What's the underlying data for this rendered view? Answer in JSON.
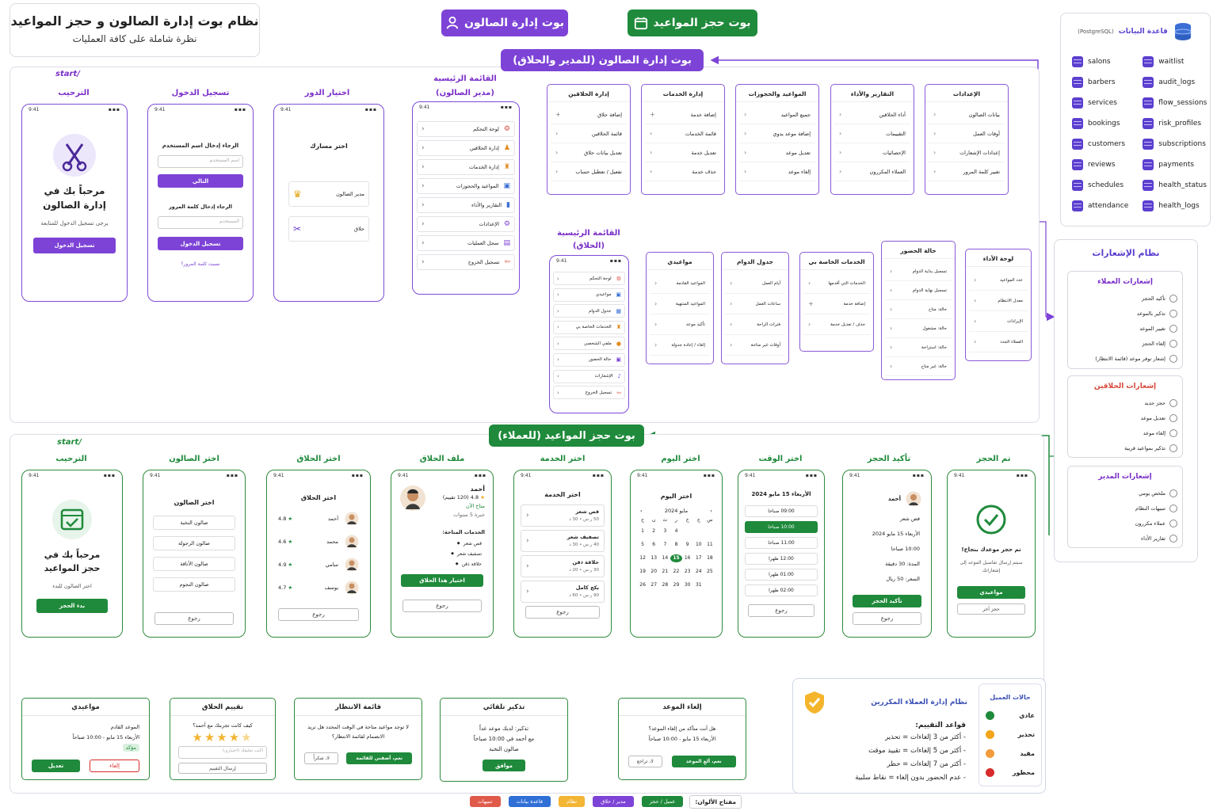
{
  "header": {
    "title": "نظام بوت إدارة الصالون و حجز المواعيد",
    "subtitle": "نظرة شاملة على كافة العمليات"
  },
  "top_pills": {
    "salon_bot": "بوت إدارة الصالون",
    "booking_bot": "بوت حجز المواعيد"
  },
  "admin_section": {
    "title": "بوت إدارة الصالون (للمدير والحلاق)",
    "start_cmd": "/start",
    "welcome": {
      "label": "الترحيب",
      "greeting_line1": "مرحباً بك في",
      "greeting_line2": "إدارة الصالون",
      "hint": "يرجى تسجيل الدخول للمتابعة",
      "button": "تسجيل الدخول"
    },
    "login": {
      "label": "تسجيل الدخول",
      "username_prompt": "الرجاء إدخال اسم المستخدم",
      "username_placeholder": "اسم المستخدم",
      "next_button": "التالي",
      "password_prompt": "الرجاء إدخال كلمة المرور",
      "password_placeholder": "المستخدم",
      "login_button": "تسجيل الدخول",
      "forgot": "نسيت كلمة المرور؟"
    },
    "role": {
      "label": "اختيار الدور",
      "prompt": "اختر مسارك",
      "manager": "مدير الصالون",
      "barber": "حلاق"
    },
    "manager_menu": {
      "label_line1": "القائمة الرئيسية",
      "label_line2": "(مدير الصالون)",
      "items": [
        "لوحة التحكم",
        "إدارة الحلاقين",
        "إدارة الخدمات",
        "المواعيد والحجوزات",
        "التقارير والأداء",
        "الإعدادات",
        "سجل العمليات",
        "تسجيل الخروج"
      ]
    },
    "manager_cards": [
      {
        "title": "إدارة الحلاقين",
        "items": [
          "إضافة حلاق",
          "قائمة الحلاقين",
          "تعديل بيانات حلاق",
          "تفعيل / تعطيل حساب"
        ]
      },
      {
        "title": "إدارة الخدمات",
        "items": [
          "إضافة خدمة",
          "قائمة الخدمات",
          "تعديل خدمة",
          "حذف خدمة"
        ]
      },
      {
        "title": "المواعيد والحجوزات",
        "items": [
          "جميع المواعيد",
          "إضافة موعد يدوي",
          "تعديل موعد",
          "إلغاء موعد"
        ]
      },
      {
        "title": "التقارير والأداء",
        "items": [
          "أداء الحلاقين",
          "التقييمات",
          "الإحصائيات",
          "العملاء المكررون"
        ]
      },
      {
        "title": "الإعدادات",
        "items": [
          "بيانات الصالون",
          "أوقات العمل",
          "إعدادات الإشعارات",
          "تغيير كلمة المرور"
        ]
      }
    ],
    "barber_menu": {
      "label_line1": "القائمة الرئيسية",
      "label_line2": "(الحلاق)",
      "items": [
        "لوحة التحكم",
        "مواعيدي",
        "جدول الدوام",
        "الخدمات الخاصة بي",
        "ملفي الشخصي",
        "حالة الحضور",
        "الإشعارات",
        "تسجيل الخروج"
      ]
    },
    "barber_cards": [
      {
        "title": "مواعيدي",
        "items": [
          "المواعيد القادمة",
          "المواعيد المنتهية",
          "تأكيد موعد",
          "إلغاء / إعادة جدولة"
        ]
      },
      {
        "title": "جدول الدوام",
        "items": [
          "أيام العمل",
          "ساعات العمل",
          "فترات الراحة",
          "أوقات غير متاحة"
        ]
      },
      {
        "title": "الخدمات الخاصة بي",
        "items": [
          "الخدمات التي أقدمها",
          "إضافة خدمة",
          "حذف / تعديل خدمة"
        ]
      },
      {
        "title": "حالة الحضور",
        "items": [
          "تسجيل بداية الدوام",
          "تسجيل نهاية الدوام",
          "حالة: متاح",
          "حالة: مشغول",
          "حالة: استراحة",
          "حالة: غير متاح"
        ]
      },
      {
        "title": "لوحة الأداء",
        "items": [
          "عدد المواعيد",
          "معدل الانتظام",
          "الإيرادات",
          "العملاء الجدد"
        ]
      }
    ]
  },
  "database": {
    "title": "قاعدة البيانات",
    "engine": "(PostgreSQL)",
    "col1": [
      "salons",
      "barbers",
      "services",
      "bookings",
      "customers",
      "reviews",
      "schedules",
      "attendance"
    ],
    "col2": [
      "waitlist",
      "audit_logs",
      "flow_sessions",
      "risk_profiles",
      "subscriptions",
      "payments",
      "health_status",
      "health_logs"
    ]
  },
  "notifications": {
    "title": "نظام الإشعارات",
    "customers": {
      "title": "إشعارات العملاء",
      "items": [
        "تأكيد الحجز",
        "تذكير بالموعد",
        "تغيير الموعد",
        "إلغاء الحجز",
        "إشعار توفر موعد (قائمة الانتظار)"
      ]
    },
    "barbers": {
      "title": "إشعارات الحلاقين",
      "items": [
        "حجز جديد",
        "تعديل موعد",
        "إلغاء موعد",
        "تذكير بمواعيد قريبة"
      ]
    },
    "manager": {
      "title": "إشعارات المدير",
      "items": [
        "ملخص يومي",
        "تنبيهات النظام",
        "عملاء مكررون",
        "تقارير الأداء"
      ]
    }
  },
  "booking_section": {
    "title": "بوت حجز المواعيد (للعملاء)",
    "start_cmd": "/start",
    "screens": {
      "welcome": {
        "label": "الترحيب",
        "line1": "مرحباً بك في",
        "line2": "حجز المواعيد",
        "hint": "اختر الصالون للبدء",
        "button": "بدء الحجز"
      },
      "salon": {
        "label": "اختر الصالون",
        "title": "اختر الصالون",
        "items": [
          "صالون النخبة",
          "صالون الرجولة",
          "صالون الأناقة",
          "صالون النجوم"
        ],
        "back": "رجوع"
      },
      "barber": {
        "label": "اختر الحلاق",
        "title": "اختر الحلاق",
        "items": [
          {
            "name": "أحمد",
            "rating": "4.8"
          },
          {
            "name": "محمد",
            "rating": "4.6"
          },
          {
            "name": "سامي",
            "rating": "4.9"
          },
          {
            "name": "يوسف",
            "rating": "4.7"
          }
        ],
        "back": "رجوع"
      },
      "profile": {
        "label": "ملف الحلاق",
        "name": "أحمد",
        "rating": "4.8 (120 تقييم)",
        "status": "متاح الآن",
        "exp": "خبرة 5 سنوات",
        "services_title": "الخدمات المتاحة:",
        "services": [
          "قص شعر",
          "تصفيف شعر",
          "حلاقة ذقن"
        ],
        "button": "اختيار هذا الحلاق",
        "back": "رجوع"
      },
      "service": {
        "label": "اختر الخدمة",
        "title": "اختر الخدمة",
        "items": [
          {
            "name": "قص شعر",
            "meta": "50 ر.س • 30 د"
          },
          {
            "name": "تصفيف شعر",
            "meta": "40 ر.س • 30 د"
          },
          {
            "name": "حلاقة ذقن",
            "meta": "30 ر.س • 20 د"
          },
          {
            "name": "بكج كامل",
            "meta": "90 ر.س • 60 د"
          }
        ],
        "back": "رجوع"
      },
      "day": {
        "label": "اختر اليوم",
        "title": "اختر اليوم",
        "month": "مايو 2024",
        "weekdays": [
          "س",
          "ج",
          "خ",
          "ر",
          "ث",
          "ن",
          "ح"
        ],
        "rows": [
          [
            "",
            "",
            "",
            "",
            "",
            "",
            ""
          ],
          [
            "1",
            "2",
            "3",
            "4",
            "",
            "",
            ""
          ],
          [
            "5",
            "6",
            "7",
            "8",
            "9",
            "10",
            "11"
          ],
          [
            "12",
            "13",
            "14",
            "15",
            "16",
            "17",
            "18"
          ],
          [
            "19",
            "20",
            "21",
            "22",
            "23",
            "24",
            "25"
          ],
          [
            "26",
            "27",
            "28",
            "29",
            "30",
            "31",
            ""
          ]
        ],
        "selected": "15"
      },
      "time": {
        "label": "اختر الوقت",
        "title": "الأربعاء 15 مايو 2024",
        "slots": [
          "09:00 صباحا",
          "10:00 صباحا",
          "11:00 صباحا",
          "12:00 ظهرا",
          "01:00 ظهرا",
          "02:00 ظهرا"
        ],
        "selected": "10:00 صباحا",
        "back": "رجوع"
      },
      "confirm": {
        "label": "تأكيد الحجز",
        "barber": "أحمد",
        "service": "قص شعر",
        "date": "الأربعاء 15 مايو 2024",
        "time": "10:00 صباحا",
        "duration": "المدة: 30 دقيقة",
        "price": "السعر: 50 ريال",
        "button": "تأكيد الحجز",
        "back": "رجوع"
      },
      "done": {
        "label": "تم الحجز",
        "title": "تم حجز موعدك بنجاح!",
        "hint": "سيتم إرسال تفاصيل الموعد إلى إشعاراتك",
        "button": "مواعيدي",
        "secondary": "حجز آخر"
      }
    }
  },
  "bottom_cards": {
    "my_bookings": {
      "title": "مواعيدي",
      "label": "الموعد القادم",
      "line": "الأربعاء 15 مايو - 10:00 صباحاً",
      "badge": "مؤكد",
      "edit": "تعديل",
      "cancel": "إلغاء"
    },
    "rate": {
      "title": "تقييم الحلاق",
      "question": "كيف كانت تجربتك مع أحمد؟",
      "placeholder": "اكتب تعليقك (اختياري)",
      "button": "إرسال التقييم",
      "stars": 4
    },
    "waitlist": {
      "title": "قائمة الانتظار",
      "text": "لا توجد مواعيد متاحة في الوقت المحدد هل تريد الانضمام لقائمة الانتظار؟",
      "join": "نعم، أضفني للقائمة",
      "no": "لا، شكراً"
    },
    "reminder": {
      "title": "تذكير تلقائي",
      "text1": "تذكير: لديك موعد غداً",
      "text2": "مع أحمد في 10:00 صباحاً",
      "text3": "صالون النخبة",
      "button": "موافق"
    },
    "cancel": {
      "title": "إلغاء الموعد",
      "question": "هل أنت متأكد من إلغاء الموعد؟",
      "line": "الأربعاء 15 مايو - 10:00 صباحاً",
      "confirm": "نعم، ألغِ الموعد",
      "back": "لا، تراجع"
    }
  },
  "repeat_customers": {
    "title": "نظام إدارة العملاء المكررين",
    "rules_title": "قواعد التقييم:",
    "rules": [
      "أكثر من 3 إلغاءات = تحذير",
      "أكثر من 5 إلغاءات = تقييد موقت",
      "أكثر من 7 إلغاءات = حظر",
      "عدم الحضور بدون إلغاء = نقاط سلبية"
    ],
    "states_title": "حالات العميل",
    "states": [
      {
        "name": "عادي",
        "color": "#1f8a3b"
      },
      {
        "name": "تحذير",
        "color": "#f2a51a"
      },
      {
        "name": "مقيد",
        "color": "#f29b3a"
      },
      {
        "name": "محظور",
        "color": "#d72b2b"
      }
    ]
  },
  "legend": {
    "title": "مفتاح الألوان:",
    "items": [
      {
        "label": "عميل / حجز",
        "color": "#1f8a3b"
      },
      {
        "label": "مدير / حلاق",
        "color": "#7d43d6"
      },
      {
        "label": "نظام",
        "color": "#f2b534"
      },
      {
        "label": "قاعدة بيانات",
        "color": "#2f6fd6"
      },
      {
        "label": "تنبيهات",
        "color": "#e05a4a"
      }
    ]
  },
  "colors": {
    "purple": "#7d43d6",
    "green": "#1f8a3b",
    "db": "#5b3fcf"
  }
}
